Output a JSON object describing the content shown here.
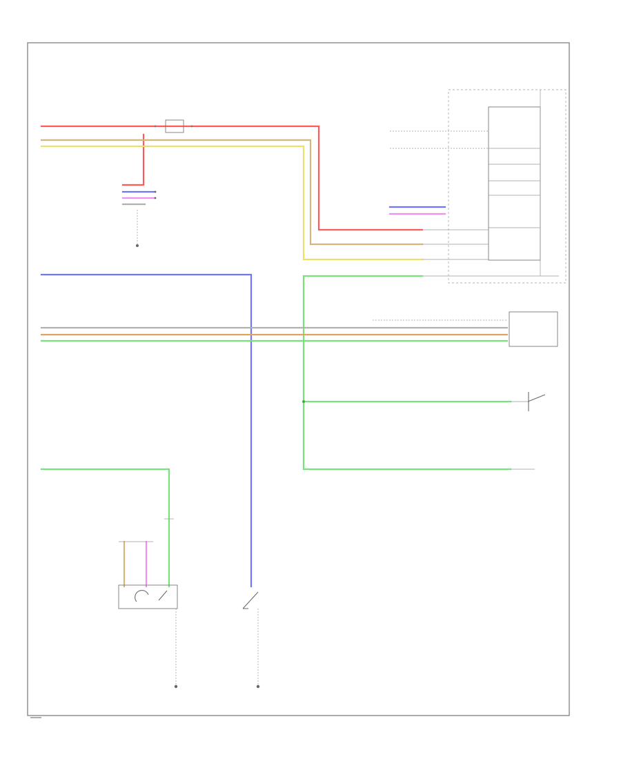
{
  "colors": {
    "red": "#ff5a5a",
    "yellow": "#eae06a",
    "tan": "#d7b47a",
    "orange": "#e1a35c",
    "blue": "#6f74ff",
    "green": "#78e27a",
    "pink": "#ef90ef",
    "gray": "#b0b0b0",
    "black": "#555555"
  },
  "icons": [
    "fuse-block",
    "ground-symbol",
    "connector-dot",
    "switch-symbol"
  ]
}
